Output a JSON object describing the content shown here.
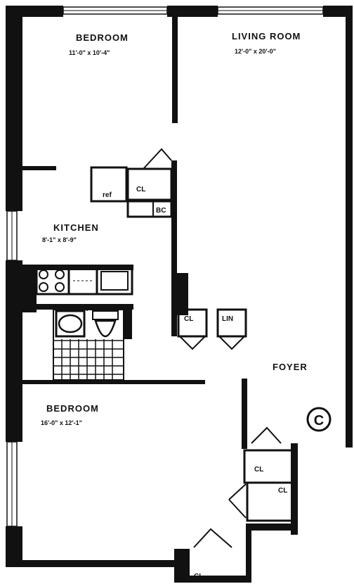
{
  "rooms": {
    "bedroom_1": {
      "name": "BEDROOM",
      "dims": "11'-0\" x 10'-4\""
    },
    "living_room": {
      "name": "LIVING ROOM",
      "dims": "12'-0\" x 20'-0\""
    },
    "kitchen": {
      "name": "KITCHEN",
      "dims": "8'-1\" x 8'-9\""
    },
    "bedroom_2": {
      "name": "BEDROOM",
      "dims": "16'-0\" x 12'-1\""
    },
    "foyer": {
      "name": "FOYER"
    }
  },
  "labels": {
    "ref": "ref",
    "cl_kitchen": "CL",
    "bc": "BC",
    "cl_hall": "CL",
    "lin": "LIN",
    "cl_bed_upper": "CL",
    "cl_bed_lower": "CL",
    "cl_bottom": "CL"
  },
  "unit_marker": "C"
}
